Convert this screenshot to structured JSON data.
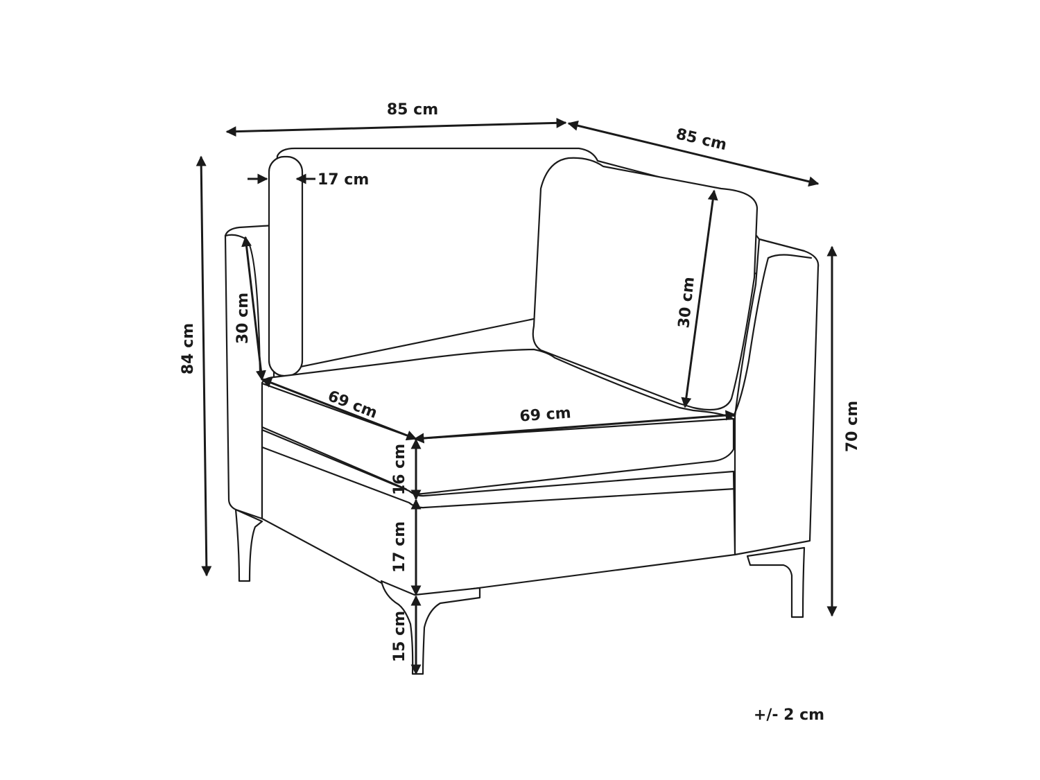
{
  "dimensions": {
    "top_width": "85 cm",
    "top_depth": "85 cm",
    "armrest_width": "17 cm",
    "total_height": "84 cm",
    "arm_height": "70 cm",
    "left_back_cushion_height": "30 cm",
    "right_back_cushion_height": "30 cm",
    "seat_depth": "69 cm",
    "seat_width": "69 cm",
    "seat_cushion_height": "16 cm",
    "base_height": "17 cm",
    "leg_height": "15 cm"
  },
  "tolerance": "+/- 2 cm",
  "colors": {
    "line": "#1a1a1a",
    "background": "#ffffff"
  }
}
